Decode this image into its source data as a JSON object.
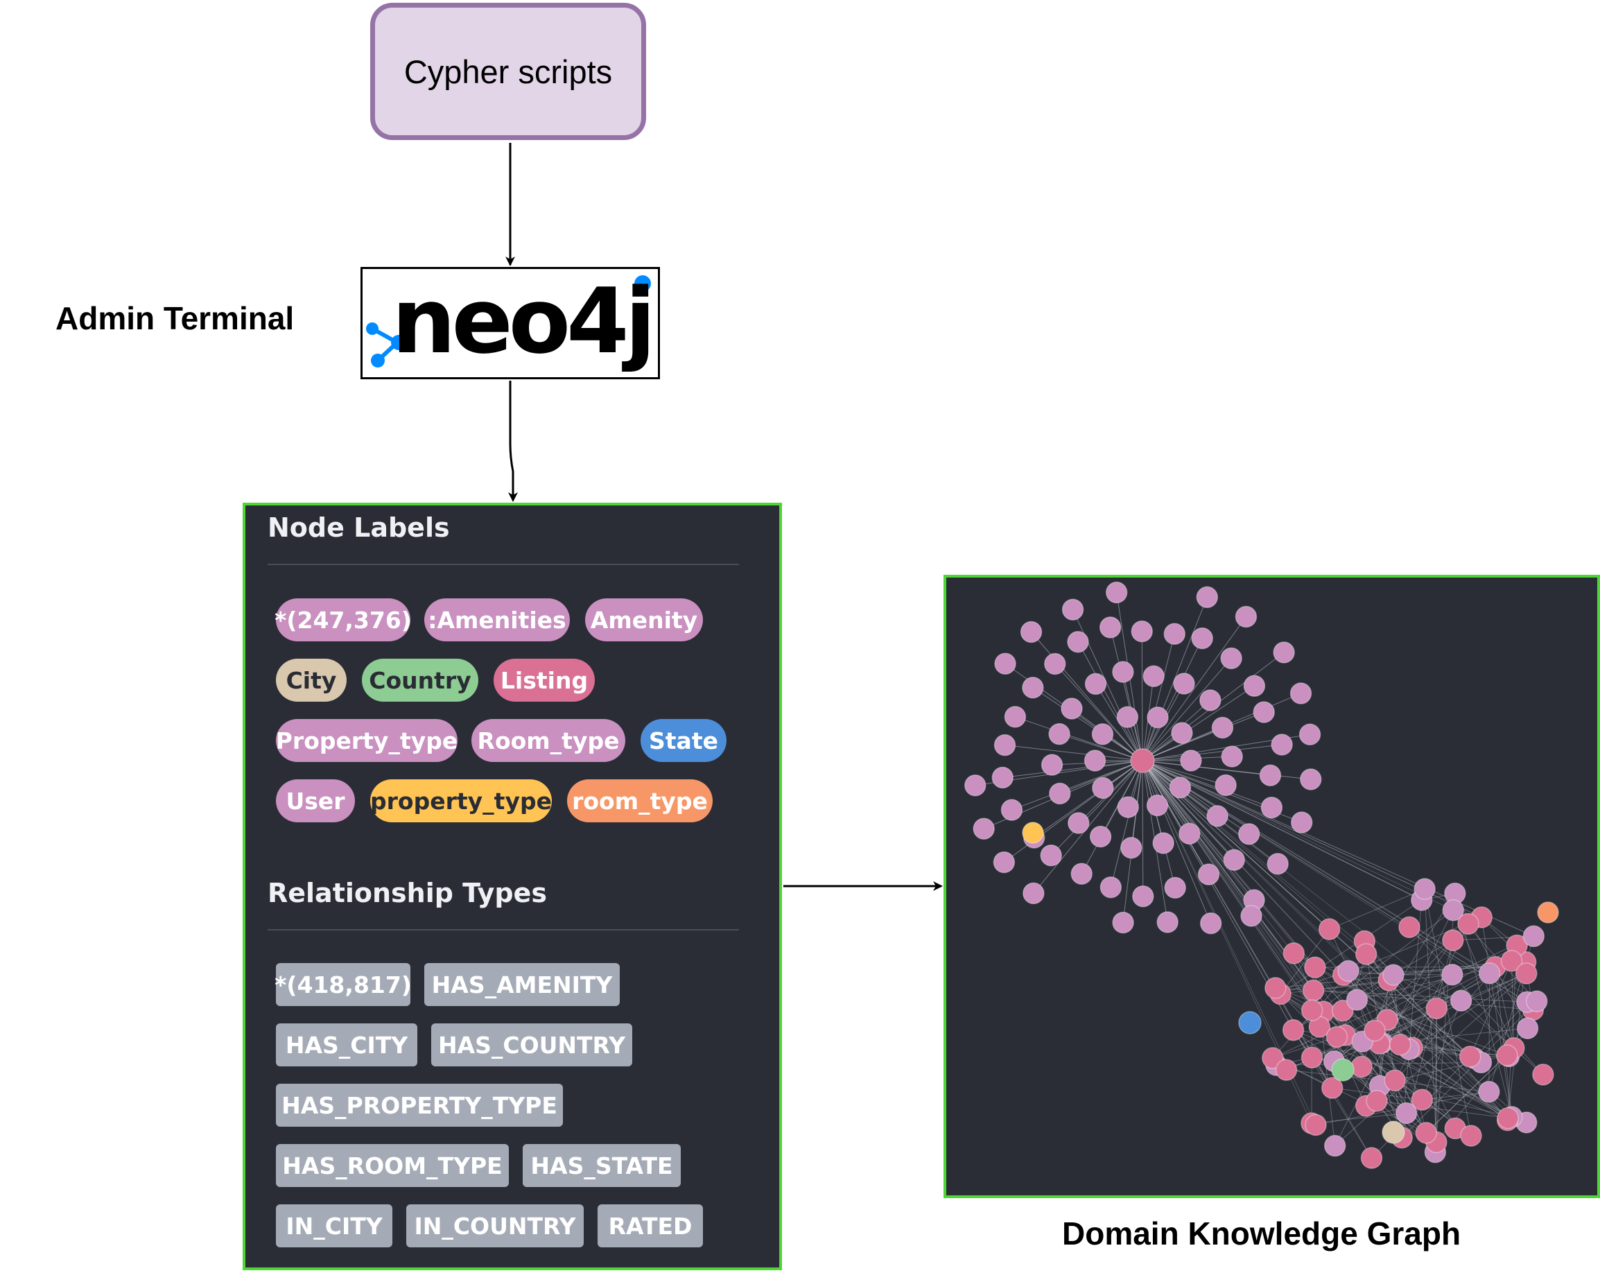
{
  "cypher_box": {
    "label": "Cypher scripts"
  },
  "admin_terminal": {
    "label": "Admin Terminal"
  },
  "neo4j_logo": {
    "text": "neo4j"
  },
  "node_labels_panel": {
    "title": "Node Labels",
    "labels": [
      {
        "text": "*(247,376)",
        "bg": "#c990c0",
        "fg": "#ffffff"
      },
      {
        "text": ":Amenities",
        "bg": "#c990c0",
        "fg": "#ffffff"
      },
      {
        "text": "Amenity",
        "bg": "#c990c0",
        "fg": "#ffffff"
      },
      {
        "text": "City",
        "bg": "#d9c8ae",
        "fg": "#2a2c34"
      },
      {
        "text": "Country",
        "bg": "#8dcc93",
        "fg": "#2a2c34"
      },
      {
        "text": "Listing",
        "bg": "#da7194",
        "fg": "#ffffff"
      },
      {
        "text": "Property_type",
        "bg": "#c990c0",
        "fg": "#ffffff"
      },
      {
        "text": "Room_type",
        "bg": "#c990c0",
        "fg": "#ffffff"
      },
      {
        "text": "State",
        "bg": "#4c8eda",
        "fg": "#ffffff"
      },
      {
        "text": "User",
        "bg": "#c990c0",
        "fg": "#ffffff"
      },
      {
        "text": "property_type",
        "bg": "#ffc454",
        "fg": "#2a2c34"
      },
      {
        "text": "room_type",
        "bg": "#f79767",
        "fg": "#ffffff"
      }
    ]
  },
  "relationship_panel": {
    "title": "Relationship Types",
    "types": [
      "*(418,817)",
      "HAS_AMENITY",
      "HAS_CITY",
      "HAS_COUNTRY",
      "HAS_PROPERTY_TYPE",
      "HAS_ROOM_TYPE",
      "HAS_STATE",
      "IN_CITY",
      "IN_COUNTRY",
      "RATED"
    ]
  },
  "graph_panel": {
    "label": "Domain Knowledge Graph"
  },
  "colors": {
    "panel_bg": "#2a2d36",
    "panel_border": "#4cd733",
    "cypher_fill": "#e1d5e7",
    "cypher_stroke": "#9673a6",
    "neo4j_blue": "#018bff",
    "amenity_pink": "#c990c0",
    "listing_red": "#da7194"
  }
}
